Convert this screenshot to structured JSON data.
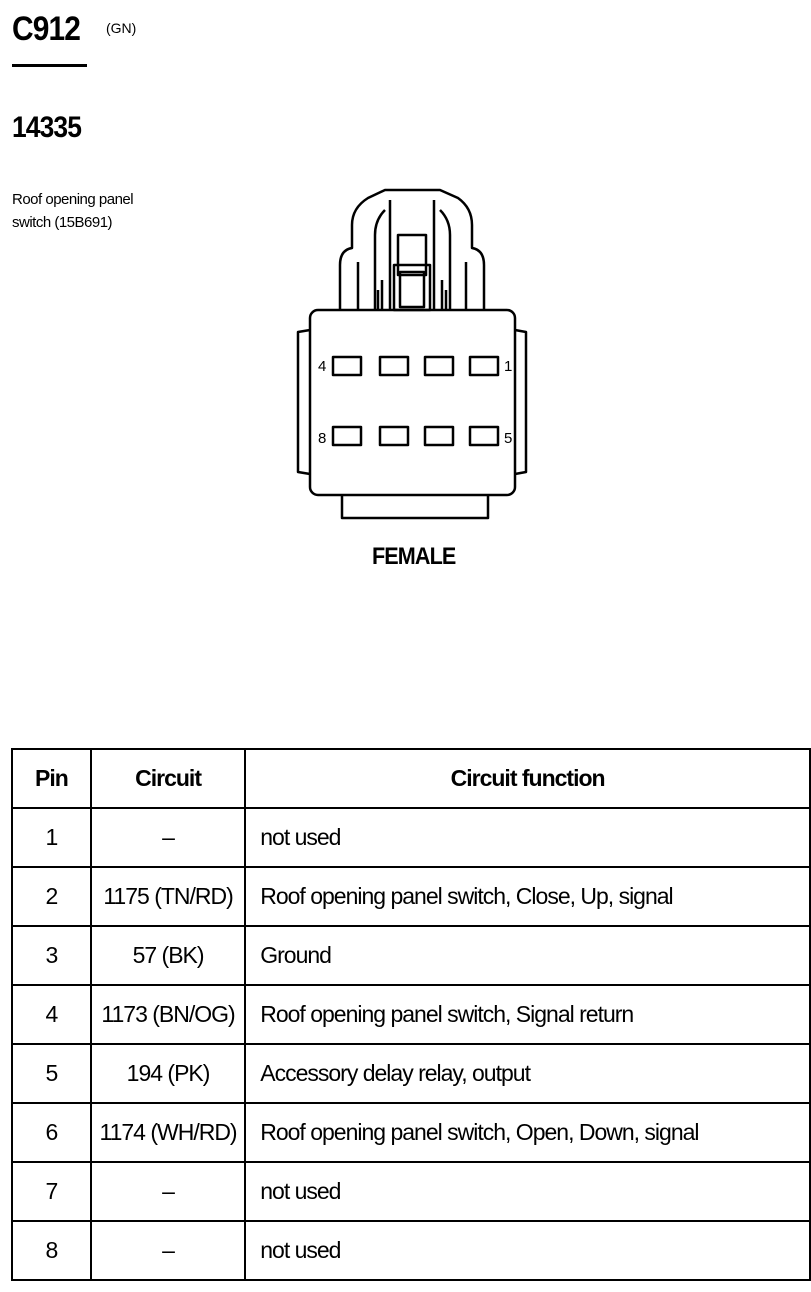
{
  "header": {
    "connector_id": "C912",
    "connector_color": "(GN)",
    "part_number": "14335",
    "description": "Roof opening panel switch (15B691)"
  },
  "diagram": {
    "face_label": "FEMALE",
    "pin_labels": {
      "top_left": "4",
      "top_right": "1",
      "bottom_left": "8",
      "bottom_right": "5"
    }
  },
  "table": {
    "headers": {
      "pin": "Pin",
      "circuit": "Circuit",
      "function": "Circuit function"
    },
    "rows": [
      {
        "pin": "1",
        "circuit": "–",
        "function": "not used"
      },
      {
        "pin": "2",
        "circuit": "1175 (TN/RD)",
        "function": "Roof opening panel switch, Close, Up, signal"
      },
      {
        "pin": "3",
        "circuit": "57 (BK)",
        "function": "Ground"
      },
      {
        "pin": "4",
        "circuit": "1173 (BN/OG)",
        "function": "Roof opening panel switch, Signal return"
      },
      {
        "pin": "5",
        "circuit": "194 (PK)",
        "function": "Accessory delay relay, output"
      },
      {
        "pin": "6",
        "circuit": "1174 (WH/RD)",
        "function": "Roof opening panel switch, Open, Down, signal"
      },
      {
        "pin": "7",
        "circuit": "–",
        "function": "not used"
      },
      {
        "pin": "8",
        "circuit": "–",
        "function": "not used"
      }
    ]
  }
}
